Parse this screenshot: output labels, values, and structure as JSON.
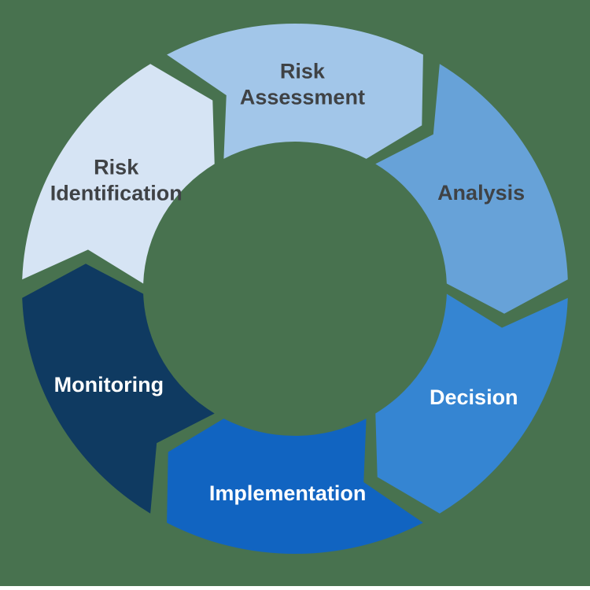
{
  "diagram": {
    "type": "cycle",
    "direction": "clockwise",
    "background_color": "#48724f",
    "text_dark_color": "#3f4245",
    "text_light_color": "#ffffff",
    "segments": [
      {
        "id": "risk-assessment",
        "label": "Risk Assessment",
        "lines": [
          "Risk",
          "Assessment"
        ],
        "color": "#a2c6e9",
        "text_color": "#3f4245",
        "position": "top"
      },
      {
        "id": "analysis",
        "label": "Analysis",
        "lines": [
          "Analysis"
        ],
        "color": "#67a2d8",
        "text_color": "#3f4245",
        "position": "upper-right"
      },
      {
        "id": "decision",
        "label": "Decision",
        "lines": [
          "Decision"
        ],
        "color": "#3585d2",
        "text_color": "#ffffff",
        "position": "lower-right"
      },
      {
        "id": "implementation",
        "label": "Implementation",
        "lines": [
          "Implementation"
        ],
        "color": "#1164c1",
        "text_color": "#ffffff",
        "position": "bottom"
      },
      {
        "id": "monitoring",
        "label": "Monitoring",
        "lines": [
          "Monitoring"
        ],
        "color": "#0f3a61",
        "text_color": "#ffffff",
        "position": "lower-left"
      },
      {
        "id": "risk-identification",
        "label": "Risk Identification",
        "lines": [
          "Risk",
          "Identification"
        ],
        "color": "#d6e4f4",
        "text_color": "#3f4245",
        "position": "upper-left"
      }
    ]
  }
}
